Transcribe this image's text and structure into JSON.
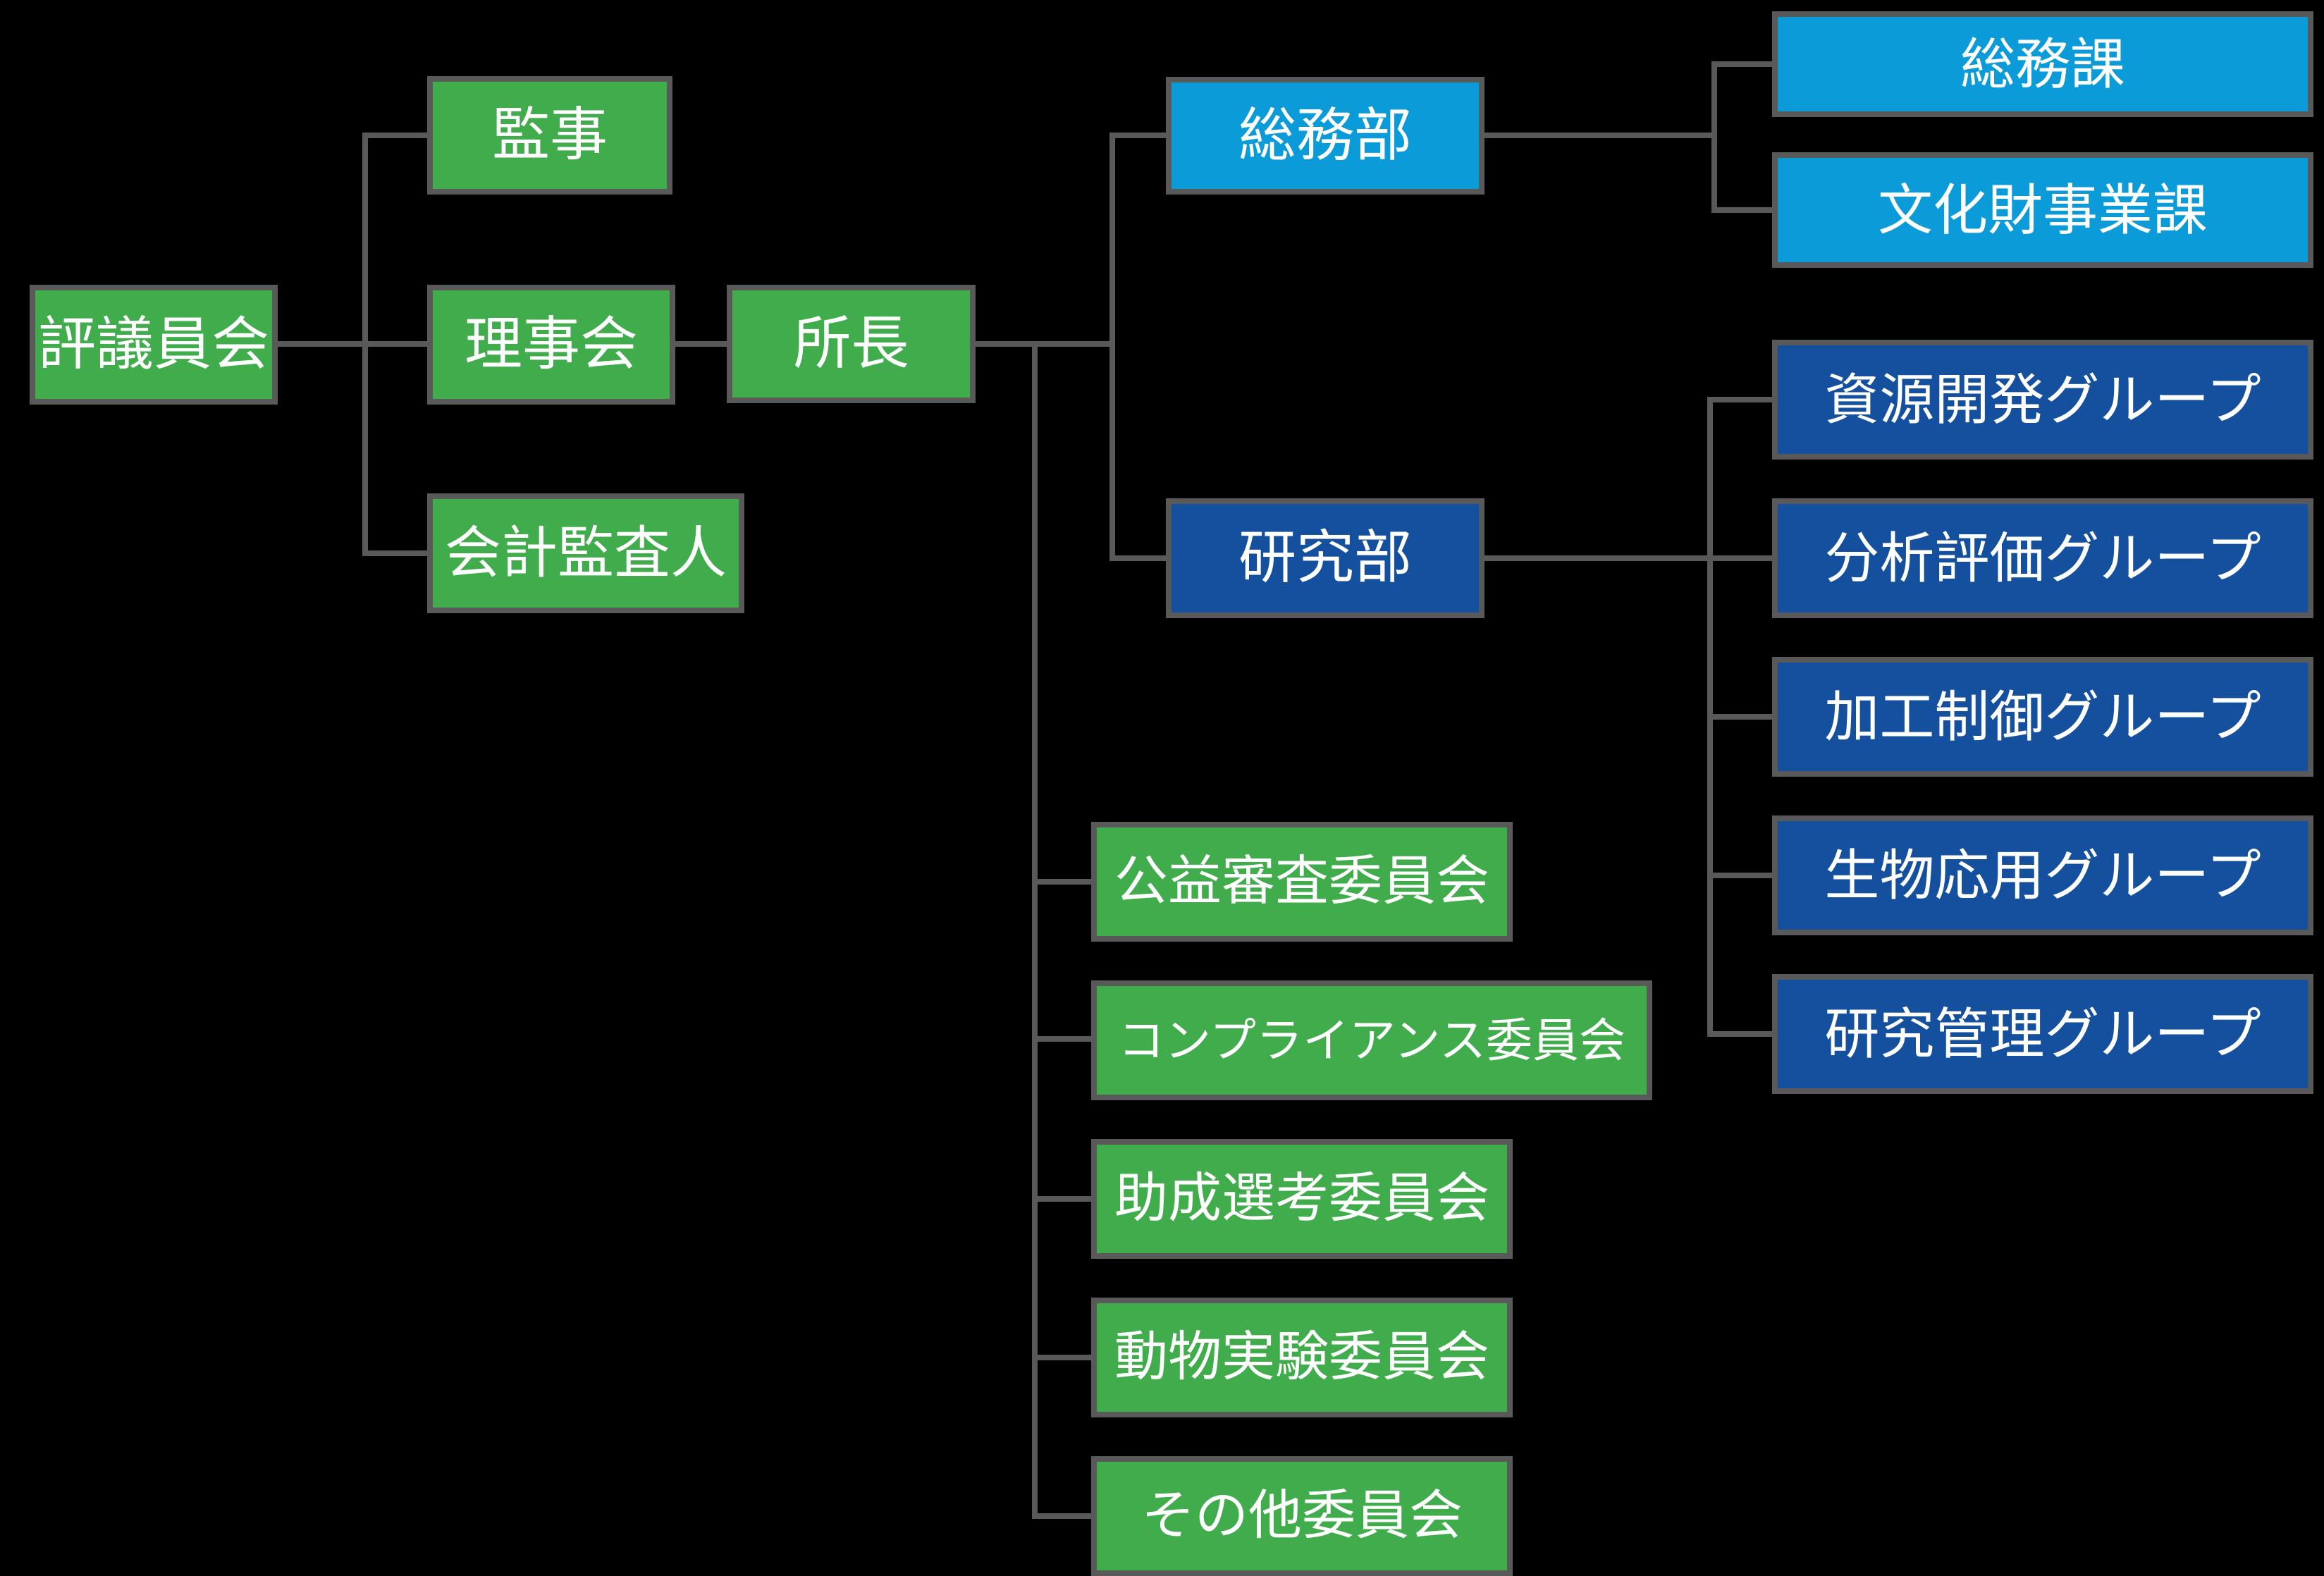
{
  "diagram": {
    "type": "organization-chart",
    "background_color": "#000000",
    "connector_color": "#595959",
    "node_border_color": "#595959",
    "node_text_color": "#ffffff",
    "palette": {
      "green": "#40AC4B",
      "light_blue": "#0A9BD8",
      "dark_blue": "#15509F"
    },
    "nodes": {
      "hyogiinkai": {
        "label": "評議員会"
      },
      "kanji": {
        "label": "監事"
      },
      "rijikai": {
        "label": "理事会"
      },
      "kaikei_kansanin": {
        "label": "会計監査人"
      },
      "shocho": {
        "label": "所長"
      },
      "somubu": {
        "label": "総務部"
      },
      "somuka": {
        "label": "総務課"
      },
      "bunkazai_jigyoka": {
        "label": "文化財事業課"
      },
      "kenkyubu": {
        "label": "研究部"
      },
      "groups": [
        {
          "label": "資源開発グループ"
        },
        {
          "label": "分析評価グループ"
        },
        {
          "label": "加工制御グループ"
        },
        {
          "label": "生物応用グループ"
        },
        {
          "label": "研究管理グループ"
        }
      ],
      "committees": [
        {
          "label": "公益審査委員会"
        },
        {
          "label": "コンプライアンス委員会"
        },
        {
          "label": "助成選考委員会"
        },
        {
          "label": "動物実験委員会"
        },
        {
          "label": "その他委員会"
        }
      ]
    },
    "edges": [
      [
        "評議員会",
        "監事"
      ],
      [
        "評議員会",
        "理事会"
      ],
      [
        "評議員会",
        "会計監査人"
      ],
      [
        "理事会",
        "所長"
      ],
      [
        "所長",
        "総務部"
      ],
      [
        "所長",
        "研究部"
      ],
      [
        "所長",
        "公益審査委員会"
      ],
      [
        "所長",
        "コンプライアンス委員会"
      ],
      [
        "所長",
        "助成選考委員会"
      ],
      [
        "所長",
        "動物実験委員会"
      ],
      [
        "所長",
        "その他委員会"
      ],
      [
        "総務部",
        "総務課"
      ],
      [
        "総務部",
        "文化財事業課"
      ],
      [
        "研究部",
        "資源開発グループ"
      ],
      [
        "研究部",
        "分析評価グループ"
      ],
      [
        "研究部",
        "加工制御グループ"
      ],
      [
        "研究部",
        "生物応用グループ"
      ],
      [
        "研究部",
        "研究管理グループ"
      ]
    ]
  }
}
